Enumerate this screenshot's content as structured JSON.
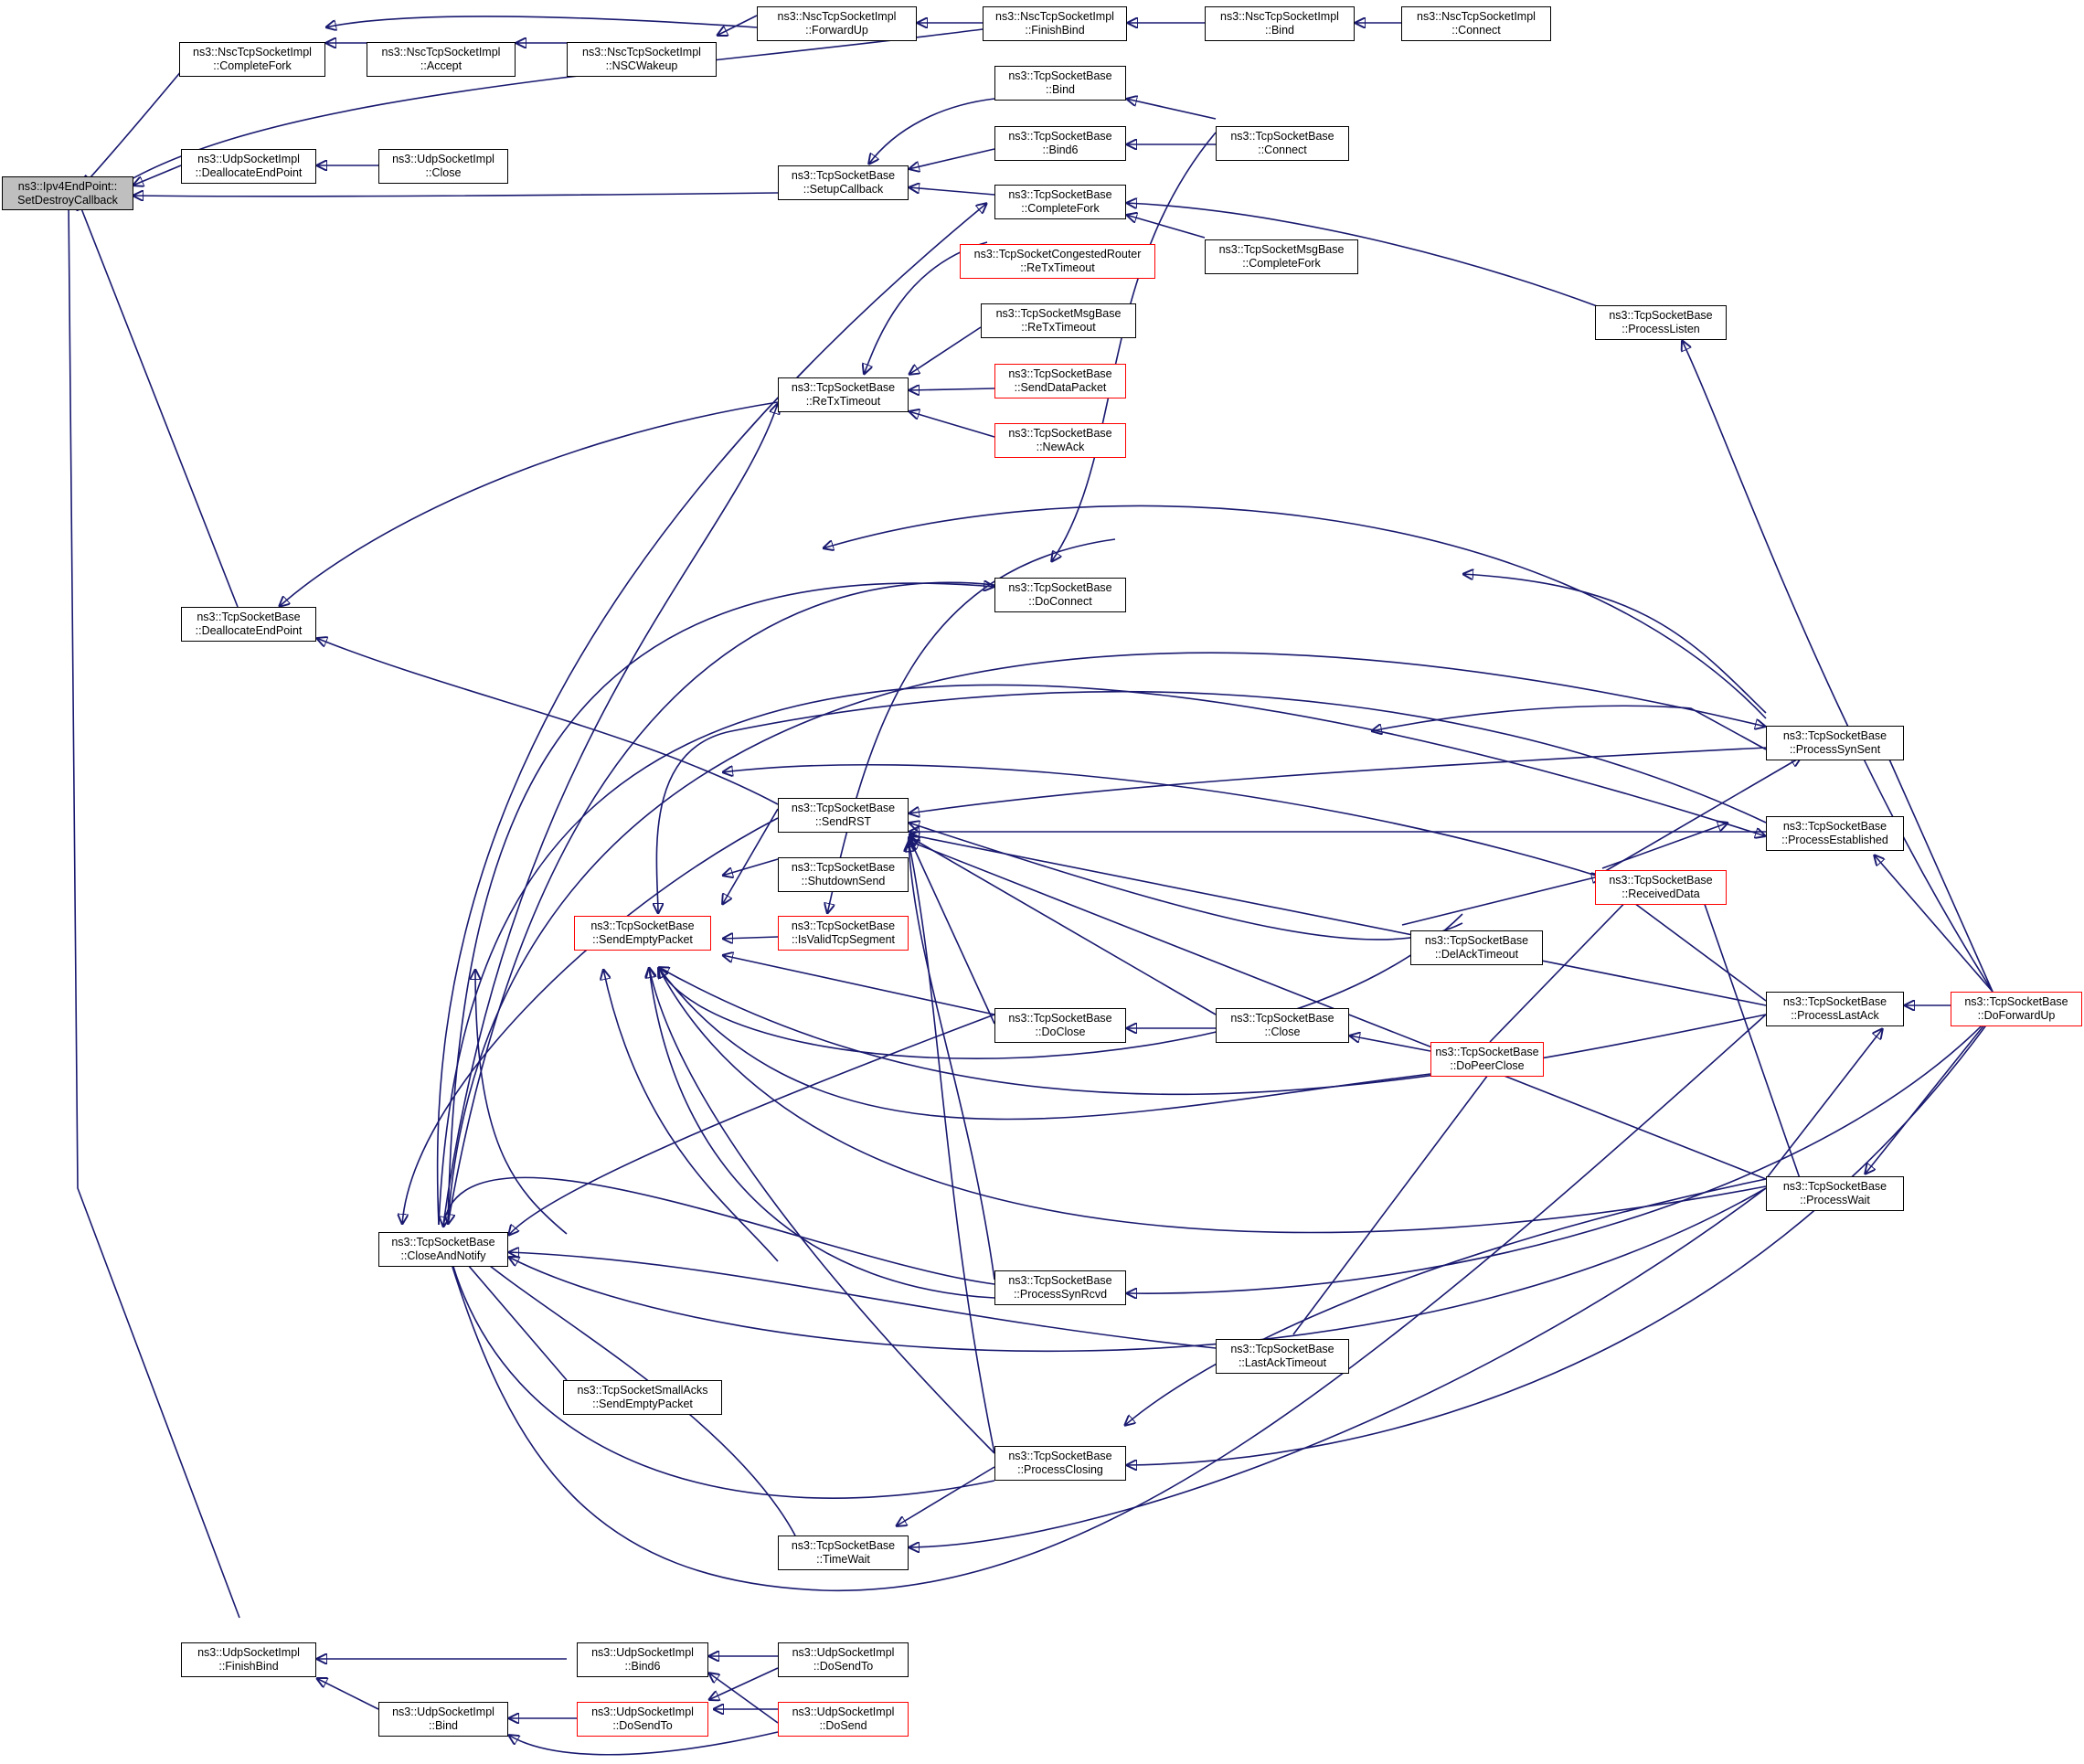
{
  "colors": {
    "edge": "#191970",
    "node_border": "#000000",
    "truncated_border": "#ff0000",
    "root_fill": "#bfbfbf"
  },
  "nodes": {
    "root": {
      "l1": "ns3::Ipv4EndPoint::",
      "l2": "SetDestroyCallback"
    },
    "nsc_completefork": {
      "l1": "ns3::NscTcpSocketImpl",
      "l2": "::CompleteFork"
    },
    "nsc_accept": {
      "l1": "ns3::NscTcpSocketImpl",
      "l2": "::Accept"
    },
    "nsc_nscwakeup": {
      "l1": "ns3::NscTcpSocketImpl",
      "l2": "::NSCWakeup"
    },
    "nsc_forwardup": {
      "l1": "ns3::NscTcpSocketImpl",
      "l2": "::ForwardUp"
    },
    "nsc_finishbind": {
      "l1": "ns3::NscTcpSocketImpl",
      "l2": "::FinishBind"
    },
    "nsc_bind": {
      "l1": "ns3::NscTcpSocketImpl",
      "l2": "::Bind"
    },
    "nsc_connect": {
      "l1": "ns3::NscTcpSocketImpl",
      "l2": "::Connect"
    },
    "tcp_bind": {
      "l1": "ns3::TcpSocketBase",
      "l2": "::Bind"
    },
    "tcp_bind6": {
      "l1": "ns3::TcpSocketBase",
      "l2": "::Bind6"
    },
    "tcp_connect": {
      "l1": "ns3::TcpSocketBase",
      "l2": "::Connect"
    },
    "udp_dealloc": {
      "l1": "ns3::UdpSocketImpl",
      "l2": "::DeallocateEndPoint"
    },
    "udp_close": {
      "l1": "ns3::UdpSocketImpl",
      "l2": "::Close"
    },
    "tcp_setupcb": {
      "l1": "ns3::TcpSocketBase",
      "l2": "::SetupCallback"
    },
    "tcp_completefork": {
      "l1": "ns3::TcpSocketBase",
      "l2": "::CompleteFork"
    },
    "msg_completefork": {
      "l1": "ns3::TcpSocketMsgBase",
      "l2": "::CompleteFork"
    },
    "cong_retx": {
      "l1": "ns3::TcpSocketCongestedRouter",
      "l2": "::ReTxTimeout"
    },
    "msg_retx": {
      "l1": "ns3::TcpSocketMsgBase",
      "l2": "::ReTxTimeout"
    },
    "tcp_retx": {
      "l1": "ns3::TcpSocketBase",
      "l2": "::ReTxTimeout"
    },
    "tcp_senddata": {
      "l1": "ns3::TcpSocketBase",
      "l2": "::SendDataPacket"
    },
    "tcp_newack": {
      "l1": "ns3::TcpSocketBase",
      "l2": "::NewAck"
    },
    "tcp_processlisten": {
      "l1": "ns3::TcpSocketBase",
      "l2": "::ProcessListen"
    },
    "tcp_dealloc": {
      "l1": "ns3::TcpSocketBase",
      "l2": "::DeallocateEndPoint"
    },
    "tcp_doconnect": {
      "l1": "ns3::TcpSocketBase",
      "l2": "::DoConnect"
    },
    "tcp_processsynsent": {
      "l1": "ns3::TcpSocketBase",
      "l2": "::ProcessSynSent"
    },
    "tcp_sendrst": {
      "l1": "ns3::TcpSocketBase",
      "l2": "::SendRST"
    },
    "tcp_processest": {
      "l1": "ns3::TcpSocketBase",
      "l2": "::ProcessEstablished"
    },
    "tcp_shutdownsend": {
      "l1": "ns3::TcpSocketBase",
      "l2": "::ShutdownSend"
    },
    "tcp_receiveddata": {
      "l1": "ns3::TcpSocketBase",
      "l2": "::ReceivedData"
    },
    "tcp_sendempty": {
      "l1": "ns3::TcpSocketBase",
      "l2": "::SendEmptyPacket"
    },
    "tcp_isvalid": {
      "l1": "ns3::TcpSocketBase",
      "l2": "::IsValidTcpSegment"
    },
    "tcp_delacktimeout": {
      "l1": "ns3::TcpSocketBase",
      "l2": "::DelAckTimeout"
    },
    "tcp_processlastack": {
      "l1": "ns3::TcpSocketBase",
      "l2": "::ProcessLastAck"
    },
    "tcp_doforwardup": {
      "l1": "ns3::TcpSocketBase",
      "l2": "::DoForwardUp"
    },
    "tcp_doclose": {
      "l1": "ns3::TcpSocketBase",
      "l2": "::DoClose"
    },
    "tcp_close": {
      "l1": "ns3::TcpSocketBase",
      "l2": "::Close"
    },
    "tcp_dopeerclose": {
      "l1": "ns3::TcpSocketBase",
      "l2": "::DoPeerClose"
    },
    "tcp_processwait": {
      "l1": "ns3::TcpSocketBase",
      "l2": "::ProcessWait"
    },
    "tcp_closeandnotify": {
      "l1": "ns3::TcpSocketBase",
      "l2": "::CloseAndNotify"
    },
    "tcp_processsynrcvd": {
      "l1": "ns3::TcpSocketBase",
      "l2": "::ProcessSynRcvd"
    },
    "tcp_lastacktimeout": {
      "l1": "ns3::TcpSocketBase",
      "l2": "::LastAckTimeout"
    },
    "small_sendempty": {
      "l1": "ns3::TcpSocketSmallAcks",
      "l2": "::SendEmptyPacket"
    },
    "tcp_processclosing": {
      "l1": "ns3::TcpSocketBase",
      "l2": "::ProcessClosing"
    },
    "tcp_timewait": {
      "l1": "ns3::TcpSocketBase",
      "l2": "::TimeWait"
    },
    "udp_finishbind": {
      "l1": "ns3::UdpSocketImpl",
      "l2": "::FinishBind"
    },
    "udp_bind6": {
      "l1": "ns3::UdpSocketImpl",
      "l2": "::Bind6"
    },
    "udp_dosendto_b": {
      "l1": "ns3::UdpSocketImpl",
      "l2": "::DoSendTo"
    },
    "udp_bind": {
      "l1": "ns3::UdpSocketImpl",
      "l2": "::Bind"
    },
    "udp_dosendto": {
      "l1": "ns3::UdpSocketImpl",
      "l2": "::DoSendTo"
    },
    "udp_dosend": {
      "l1": "ns3::UdpSocketImpl",
      "l2": "::DoSend"
    }
  }
}
